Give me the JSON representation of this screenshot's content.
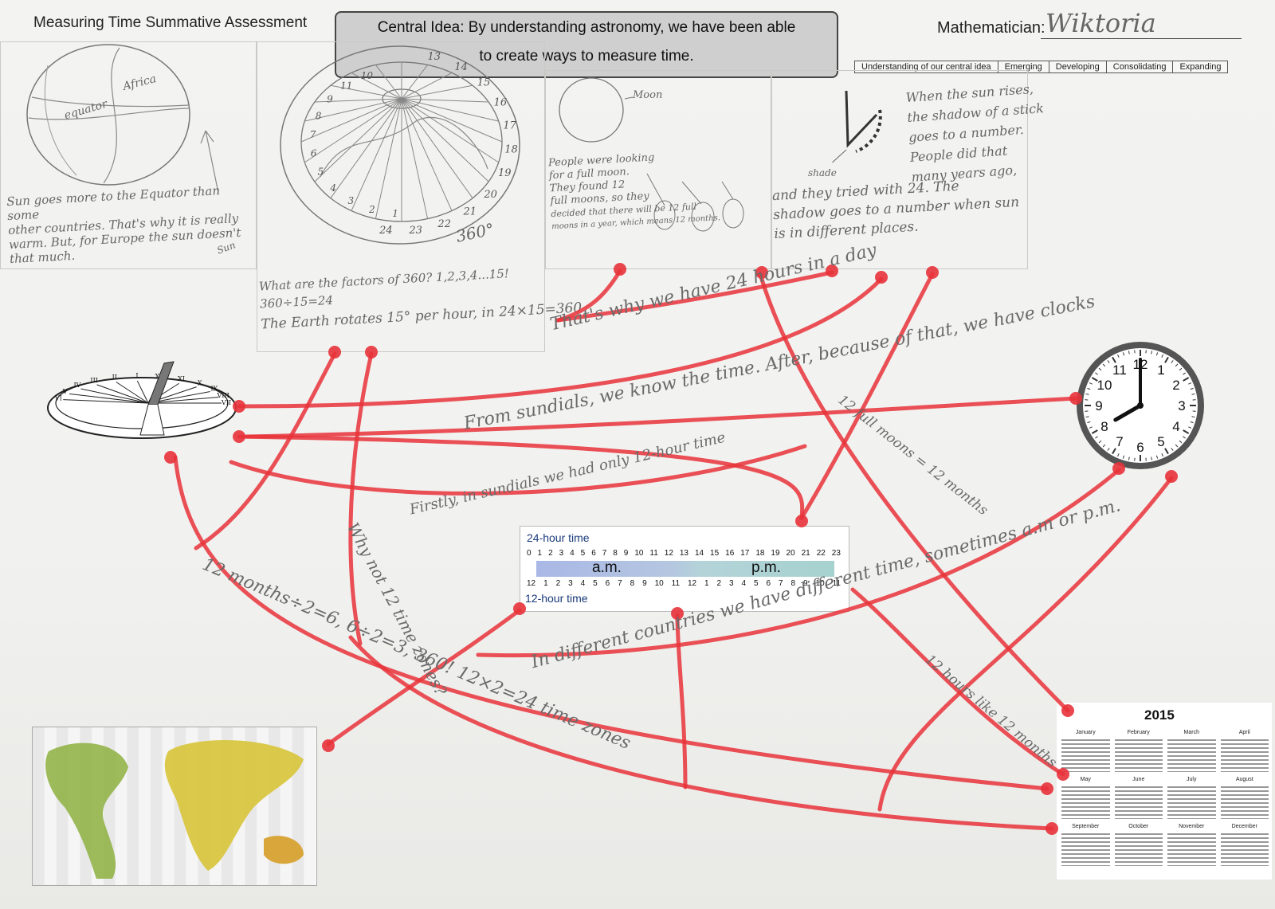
{
  "header": {
    "title": "Measuring Time Summative Assessment",
    "central_idea_line1": "Central Idea: By understanding astronomy, we have been able",
    "central_idea_line2": "to create ways to measure time.",
    "mathematician_label": "Mathematician:",
    "mathematician_name": "Wiktoria"
  },
  "rubric": [
    "Understanding of our central idea",
    "Emerging",
    "Developing",
    "Consolidating",
    "Expanding"
  ],
  "panels": {
    "earth": {
      "equator_label": "equator",
      "africa_label": "Africa",
      "sun_label": "Sun",
      "text_lines": [
        "Sun goes more to the Equator than some",
        "other countries. That's why it is really",
        "warm. But, for Europe the sun doesn't",
        "that much."
      ]
    },
    "globe": {
      "hours_right": [
        "13",
        "14",
        "15",
        "16",
        "17",
        "18",
        "19",
        "20",
        "21",
        "22",
        "23",
        "24"
      ],
      "hours_left": [
        "10",
        "11",
        "9",
        "8",
        "7",
        "6",
        "5",
        "4",
        "3",
        "2",
        "1"
      ],
      "degrees_label": "360°",
      "text_lines": [
        "What are the factors of 360? 1,2,3,4...15!",
        "360÷15=24",
        "The Earth rotates 15° per hour, in 24×15=360"
      ]
    },
    "moon": {
      "moon_label": "Moon",
      "text_lines": [
        "People were looking",
        "for a full moon.",
        "They found 12",
        "full moons, so they",
        "decided that there will be 12 full",
        "moons in a year, which means 12 months."
      ]
    },
    "stick": {
      "shade_label": "shade",
      "text_lines": [
        "When the sun rises,",
        "the shadow of a stick",
        "goes to a number.",
        "People did that",
        "many years ago,",
        "and they tried with 24. The",
        "shadow goes to a number when sun",
        "is in different places."
      ]
    }
  },
  "arrow_texts": {
    "hours_day": "That's why we have 24 hours in a day",
    "sundials_know": "From sundials, we know the time. After, because of that, we have clocks",
    "full_moons": "12 full moons = 12 months",
    "firstly": "Firstly, in sundials we had only 12-hour time",
    "why_not": "Why not 12 time zones?",
    "months_div": "12 months÷2=6, 6÷2=3, 360! 12×2=24 time zones",
    "different": "In different countries we have different time, sometimes a.m or p.m.",
    "hours_like": "12 hours like 12 months"
  },
  "time_chart": {
    "label_24": "24-hour time",
    "label_12": "12-hour time",
    "hours_24": [
      "0",
      "1",
      "2",
      "3",
      "4",
      "5",
      "6",
      "7",
      "8",
      "9",
      "10",
      "11",
      "12",
      "13",
      "14",
      "15",
      "16",
      "17",
      "18",
      "19",
      "20",
      "21",
      "22",
      "23"
    ],
    "hours_12": [
      "12",
      "1",
      "2",
      "3",
      "4",
      "5",
      "6",
      "7",
      "8",
      "9",
      "10",
      "11",
      "12",
      "1",
      "2",
      "3",
      "4",
      "5",
      "6",
      "7",
      "8",
      "9",
      "10",
      "11"
    ],
    "am_label": "a.m.",
    "pm_label": "p.m."
  },
  "clock": {
    "numbers": [
      "12",
      "1",
      "2",
      "3",
      "4",
      "5",
      "6",
      "7",
      "8",
      "9",
      "10",
      "11"
    ],
    "hour": 8,
    "minute": 0
  },
  "sundial": {
    "numerals": [
      "VI",
      "V",
      "IV",
      "III",
      "II",
      "I",
      "XII",
      "XI",
      "X",
      "IX",
      "VIII",
      "VII"
    ]
  },
  "calendar": {
    "year": "2015",
    "months": [
      "January",
      "February",
      "March",
      "April",
      "May",
      "June",
      "July",
      "August",
      "September",
      "October",
      "November",
      "December"
    ]
  },
  "colors": {
    "arrow_red": "#e8323a",
    "pencil": "#6a6a6a",
    "chart_blue": "#1a3a7a"
  }
}
